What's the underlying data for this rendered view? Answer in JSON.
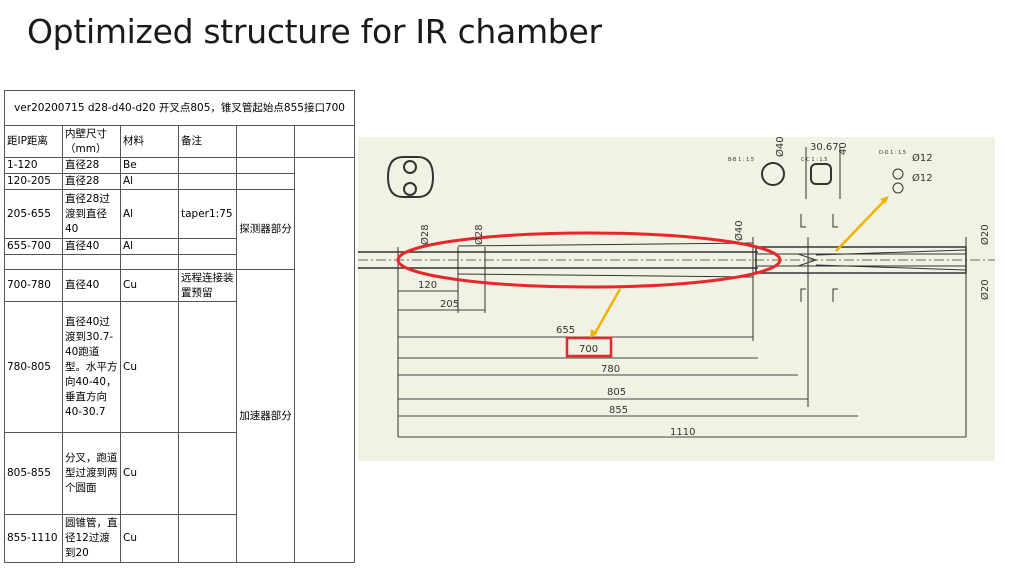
{
  "title": "Optimized structure for IR chamber",
  "table": {
    "header": "ver20200715 d28-d40-d20 开叉点805，锥叉管起始点855接口700",
    "columns": [
      "距IP距离",
      "内壁尺寸（mm）",
      "材料",
      "备注"
    ],
    "rows": [
      {
        "dist": "1-120",
        "size": "直径28",
        "mat": "Be",
        "note": ""
      },
      {
        "dist": "120-205",
        "size": "直径28",
        "mat": "Al",
        "note": ""
      },
      {
        "dist": "205-655",
        "size": "直径28过渡到直径40",
        "mat": "Al",
        "note": "taper1:75"
      },
      {
        "dist": "655-700",
        "size": "直径40",
        "mat": "Al",
        "note": ""
      },
      {
        "dist": "",
        "size": "",
        "mat": "",
        "note": ""
      },
      {
        "dist": "700-780",
        "size": "直径40",
        "mat": "Cu",
        "note": "远程连接装置预留"
      },
      {
        "dist": "780-805",
        "size": "直径40过渡到30.7-40跑道型。水平方向40-40，垂直方向40-30.7",
        "mat": "Cu",
        "note": ""
      },
      {
        "dist": "805-855",
        "size": "分叉，跑道型过渡到两个圆面",
        "mat": "Cu",
        "note": ""
      },
      {
        "dist": "855-1110",
        "size": "圆锥管，直径12过渡到20",
        "mat": "Cu",
        "note": ""
      }
    ],
    "group_detector": "探测器部分",
    "group_accelerator": "加速器部分"
  },
  "drawing": {
    "dims": [
      "120",
      "205",
      "655",
      "700",
      "780",
      "805",
      "855",
      "1110"
    ],
    "diameters": [
      "Ø28",
      "Ø28",
      "Ø40",
      "Ø40",
      "Ø20",
      "Ø20",
      "Ø12",
      "Ø12"
    ],
    "top_dims": [
      "30.67",
      "40"
    ],
    "section_labels": [
      "B-B\n1 : 1.5",
      "C-C\n1 : 1.5",
      "D-D\n1 : 1.5"
    ],
    "highlight_value": "700",
    "colors": {
      "ellipse": "#e8262b",
      "arrow": "#f0b400",
      "bg": "#f1f2e3"
    }
  }
}
